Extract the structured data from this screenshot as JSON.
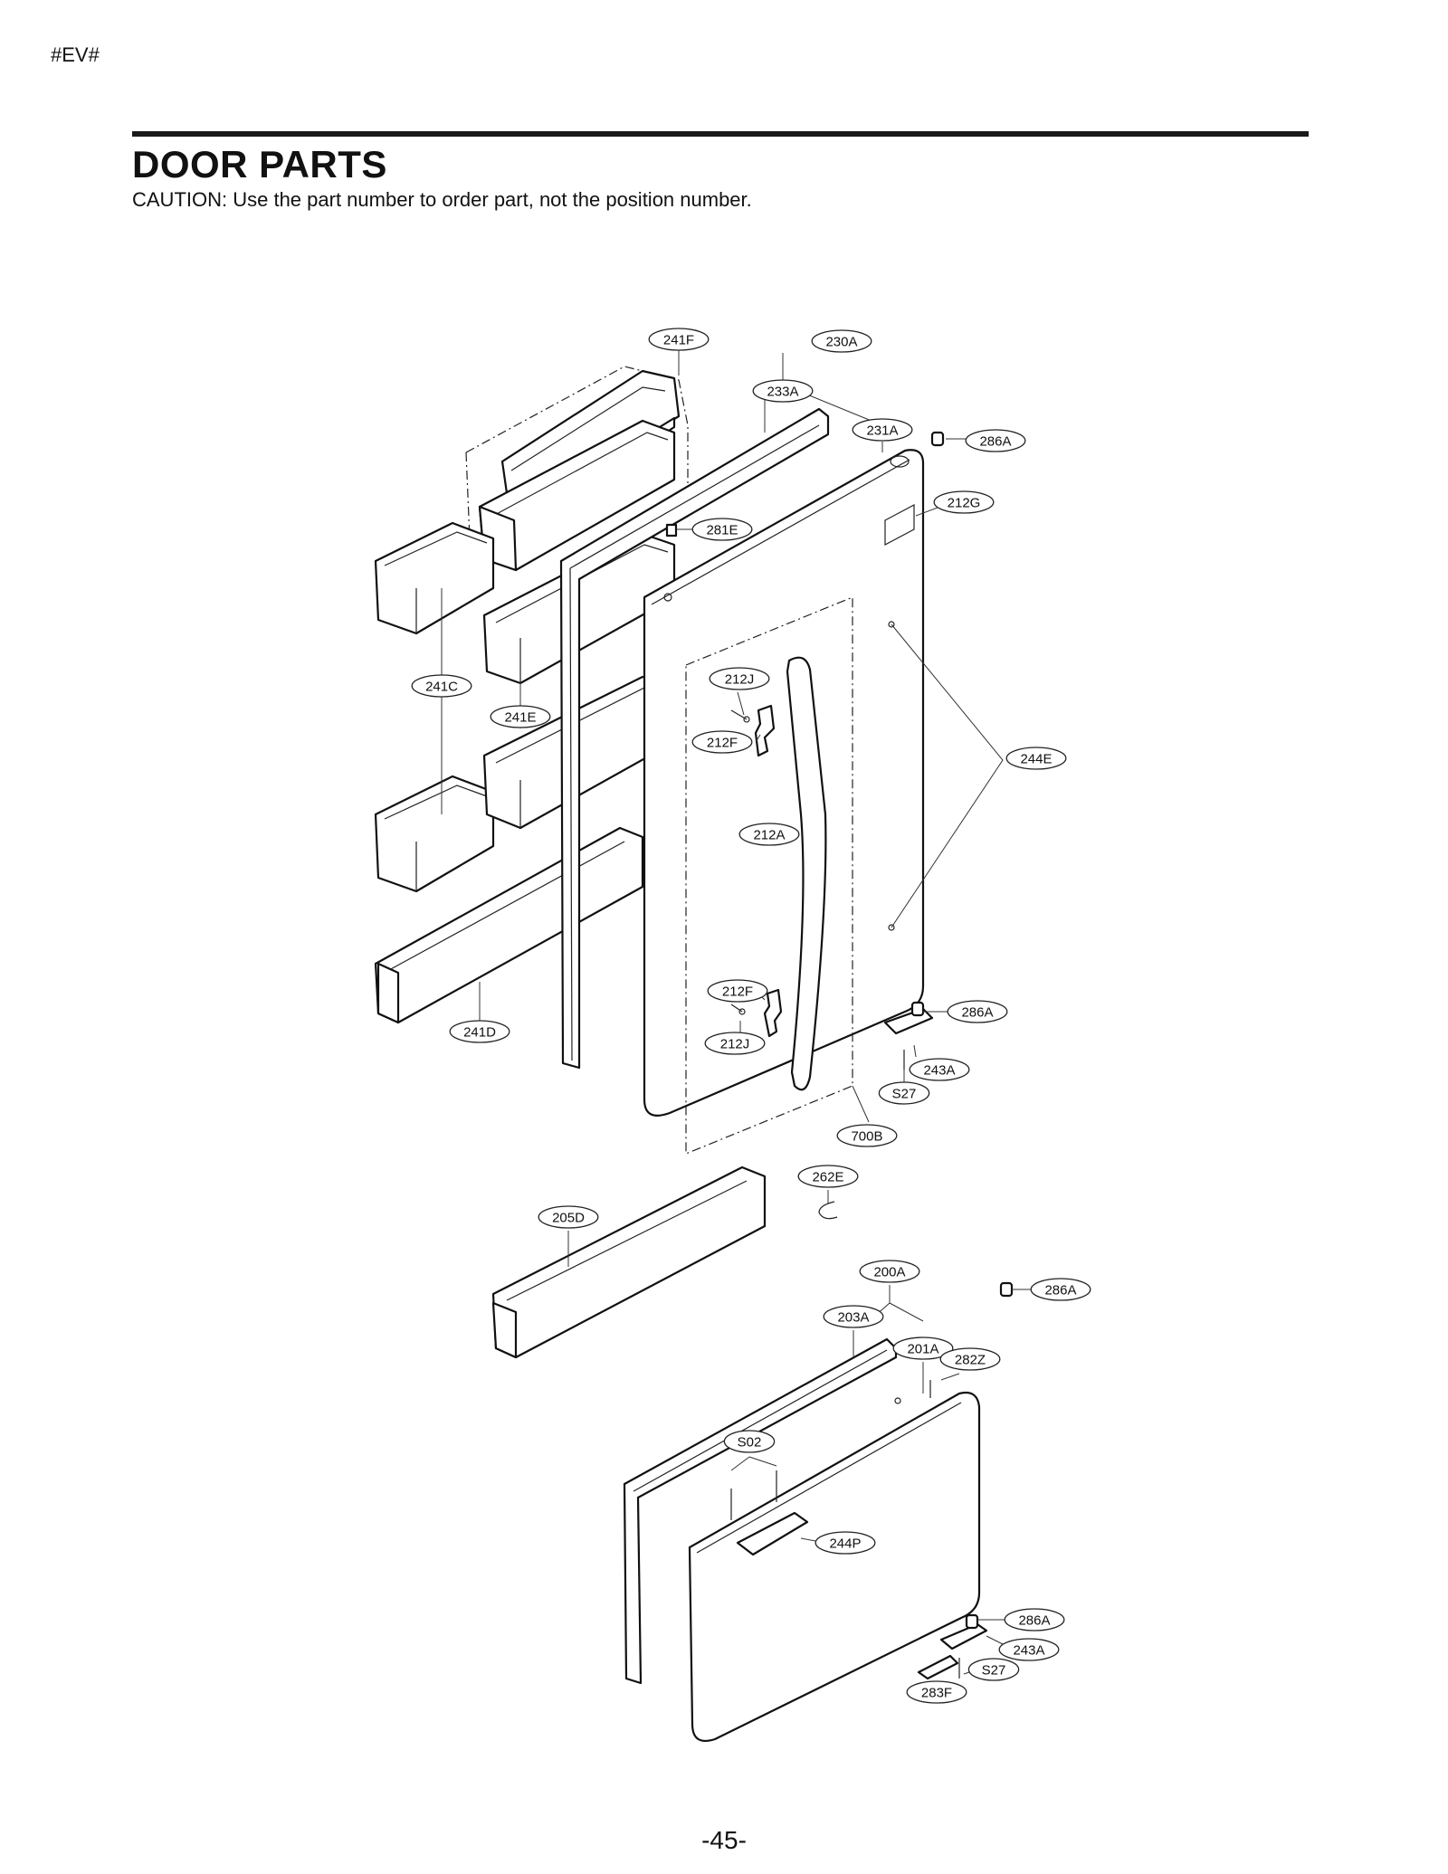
{
  "header": {
    "tag": "#EV#",
    "title": "DOOR PARTS",
    "caution": "CAUTION: Use the part number to order part, not the position number."
  },
  "footer": {
    "page_number": "-45-"
  },
  "callouts": [
    {
      "id": "241F"
    },
    {
      "id": "230A"
    },
    {
      "id": "233A"
    },
    {
      "id": "231A"
    },
    {
      "id": "286A"
    },
    {
      "id": "212G"
    },
    {
      "id": "281E"
    },
    {
      "id": "241C"
    },
    {
      "id": "241E"
    },
    {
      "id": "212J"
    },
    {
      "id": "212F"
    },
    {
      "id": "244E"
    },
    {
      "id": "212A"
    },
    {
      "id": "212F"
    },
    {
      "id": "212J"
    },
    {
      "id": "286A"
    },
    {
      "id": "241D"
    },
    {
      "id": "243A"
    },
    {
      "id": "S27"
    },
    {
      "id": "700B"
    },
    {
      "id": "262E"
    },
    {
      "id": "205D"
    },
    {
      "id": "200A"
    },
    {
      "id": "286A"
    },
    {
      "id": "203A"
    },
    {
      "id": "201A"
    },
    {
      "id": "282Z"
    },
    {
      "id": "S02"
    },
    {
      "id": "244P"
    },
    {
      "id": "286A"
    },
    {
      "id": "243A"
    },
    {
      "id": "S27"
    },
    {
      "id": "283F"
    }
  ]
}
